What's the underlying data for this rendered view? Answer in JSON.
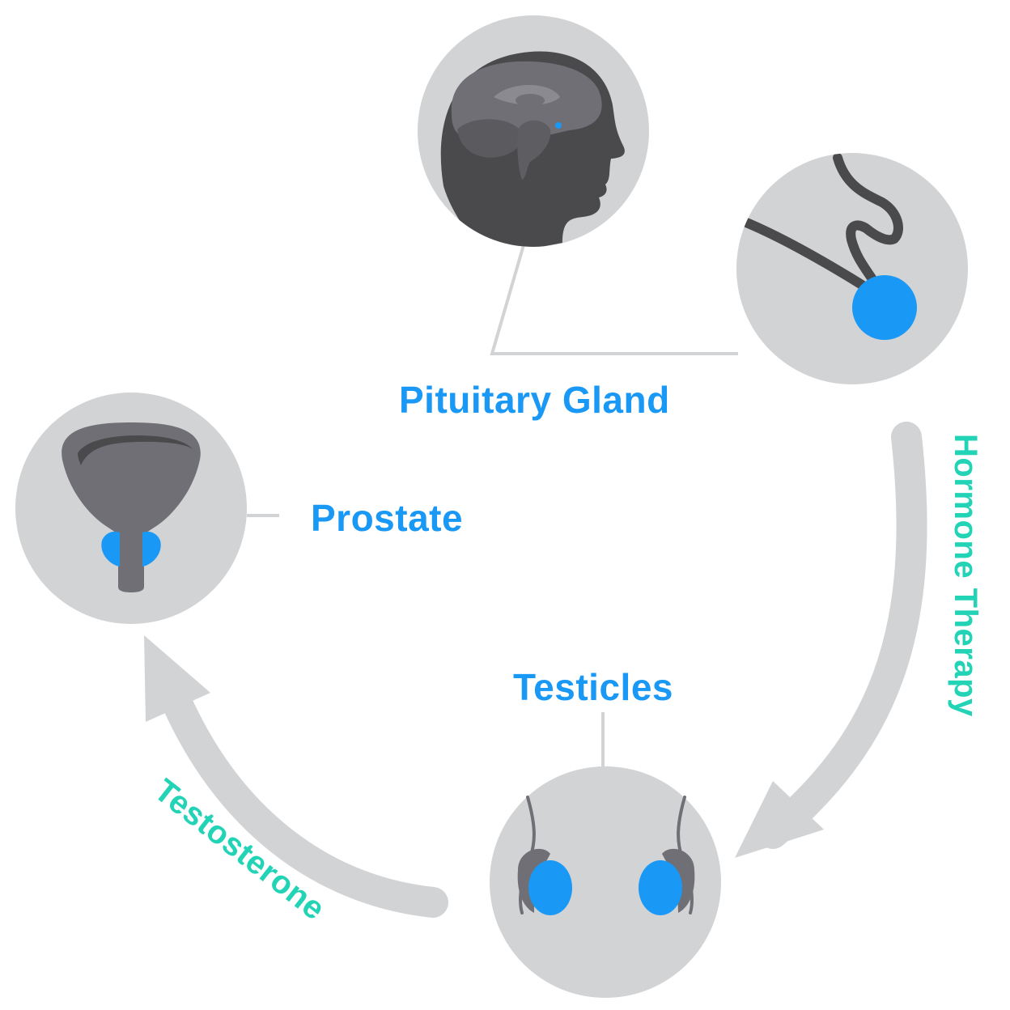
{
  "labels": {
    "pituitary_gland": "Pituitary Gland",
    "prostate": "Prostate",
    "testicles": "Testicles",
    "hormone_therapy": "Hormone Therapy",
    "testosterone": "Testosterone"
  },
  "colors": {
    "circle_bg": "#d2d3d5",
    "arrow": "#d2d3d5",
    "organ_dark": "#4a4a4c",
    "organ_mid": "#6f6f75",
    "highlight_blue": "#1a98f5",
    "label_blue": "#1a98f5",
    "label_teal": "#22d3b6",
    "leader_line": "#d2d3d5"
  },
  "icons": {
    "head": "head-brain-icon",
    "pituitary_zoom": "pituitary-gland-icon",
    "prostate": "prostate-bladder-icon",
    "testicles": "testicles-icon"
  }
}
